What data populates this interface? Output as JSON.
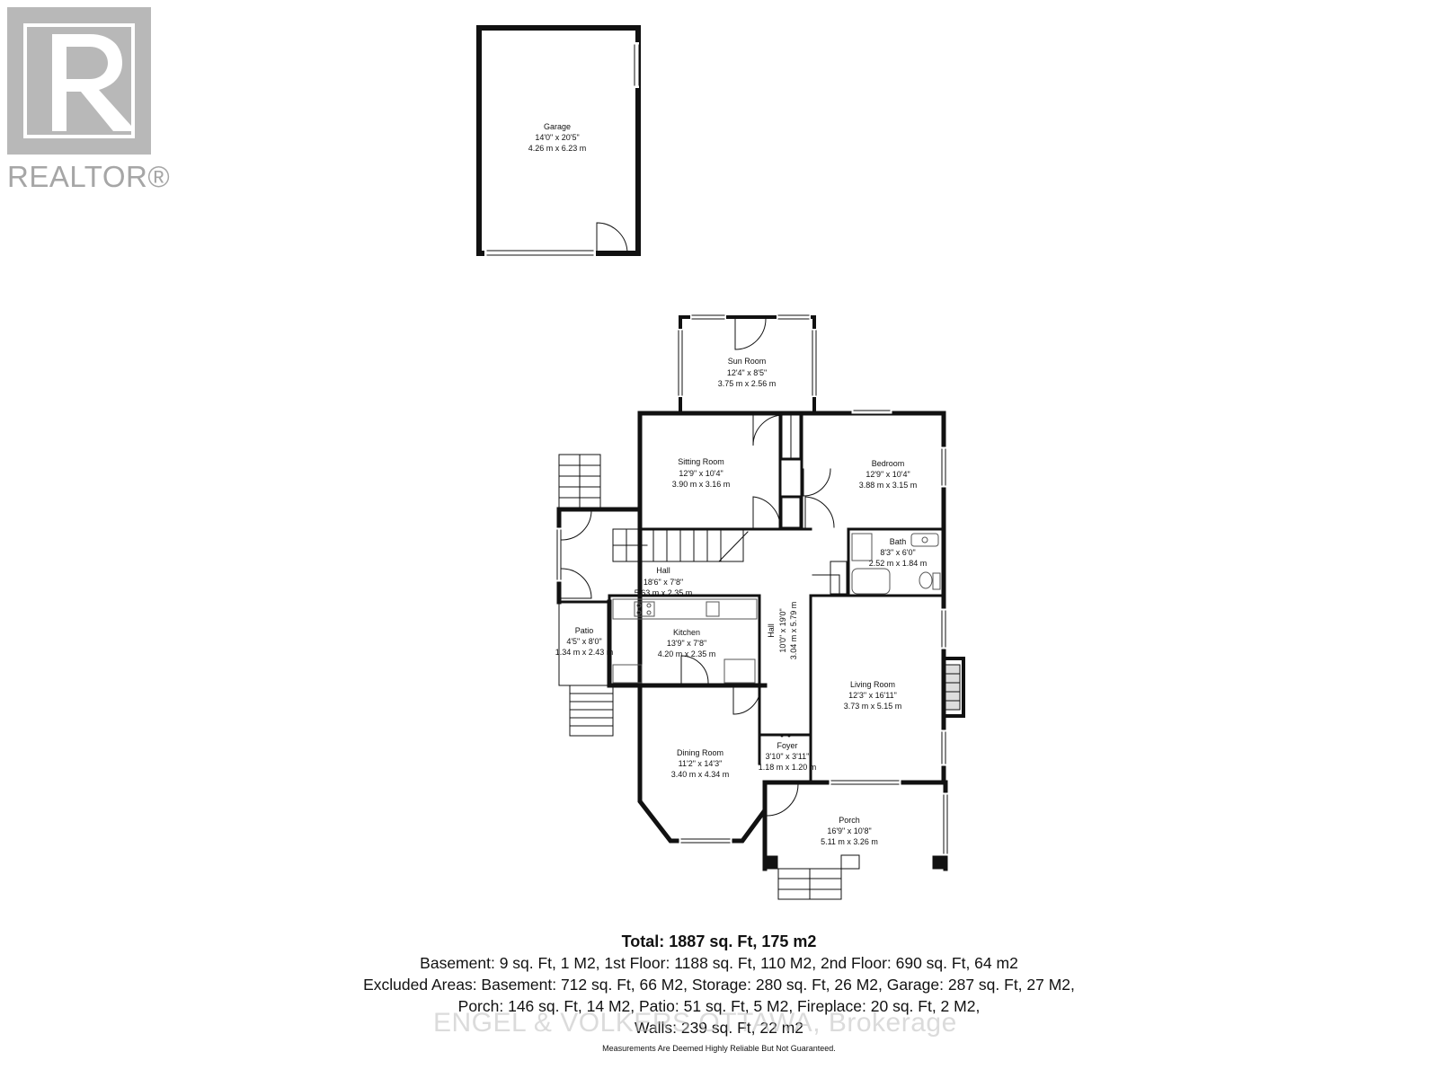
{
  "logo": {
    "text": "REALTOR®"
  },
  "rooms": [
    {
      "id": "garage",
      "name": "Garage",
      "imperial": "14'0\" x 20'5\"",
      "metric": "4.26 m x 6.23 m"
    },
    {
      "id": "sun-room",
      "name": "Sun Room",
      "imperial": "12'4\" x 8'5\"",
      "metric": "3.75 m x 2.56 m"
    },
    {
      "id": "sitting-room",
      "name": "Sitting Room",
      "imperial": "12'9\" x 10'4\"",
      "metric": "3.90 m x 3.16 m"
    },
    {
      "id": "bedroom",
      "name": "Bedroom",
      "imperial": "12'9\" x 10'4\"",
      "metric": "3.88 m x 3.15 m"
    },
    {
      "id": "bath",
      "name": "Bath",
      "imperial": "8'3\" x 6'0\"",
      "metric": "2.52 m x 1.84 m"
    },
    {
      "id": "hall-upper",
      "name": "Hall",
      "imperial": "18'6\" x 7'8\"",
      "metric": "5.63 m x 2.35 m"
    },
    {
      "id": "hall-center",
      "name": "Hall",
      "imperial": "10'0\" x 19'0\"",
      "metric": "3.04 m x 5.79 m"
    },
    {
      "id": "patio",
      "name": "Patio",
      "imperial": "4'5\" x 8'0\"",
      "metric": "1.34 m x 2.43 m"
    },
    {
      "id": "kitchen",
      "name": "Kitchen",
      "imperial": "13'9\" x 7'8\"",
      "metric": "4.20 m x 2.35 m"
    },
    {
      "id": "living-room",
      "name": "Living Room",
      "imperial": "12'3\" x 16'11\"",
      "metric": "3.73 m x 5.15 m"
    },
    {
      "id": "dining-room",
      "name": "Dining Room",
      "imperial": "11'2\" x 14'3\"",
      "metric": "3.40 m x 4.34 m"
    },
    {
      "id": "foyer",
      "name": "Foyer",
      "imperial": "3'10\" x 3'11\"",
      "metric": "1.18 m x 1.20 m"
    },
    {
      "id": "porch",
      "name": "Porch",
      "imperial": "16'9\" x 10'8\"",
      "metric": "5.11 m x 3.26 m"
    }
  ],
  "summary": {
    "total": "Total: 1887 sq. Ft, 175 m2",
    "line1": "Basement: 9 sq. Ft, 1 M2, 1st Floor: 1188 sq. Ft, 110 M2, 2nd Floor: 690 sq. Ft, 64 m2",
    "line2": "Excluded Areas: Basement: 712 sq. Ft, 66 M2, Storage: 280 sq. Ft, 26 M2, Garage: 287 sq. Ft, 27 M2,",
    "line3": "Porch: 146 sq. Ft, 14 M2, Patio: 51 sq. Ft, 5 M2, Fireplace: 20 sq. Ft, 2 M2,",
    "line4": "Walls: 239 sq. Ft, 22 m2",
    "disclaimer": "Measurements Are Deemed Highly Reliable But Not Guaranteed."
  },
  "watermark": "ENGEL & VOLKERS OTTAWA, Brokerage",
  "colors": {
    "wall": "#111111",
    "fixture": "#555555",
    "logo": "#b8b8b8",
    "watermark": "#bebebe"
  }
}
